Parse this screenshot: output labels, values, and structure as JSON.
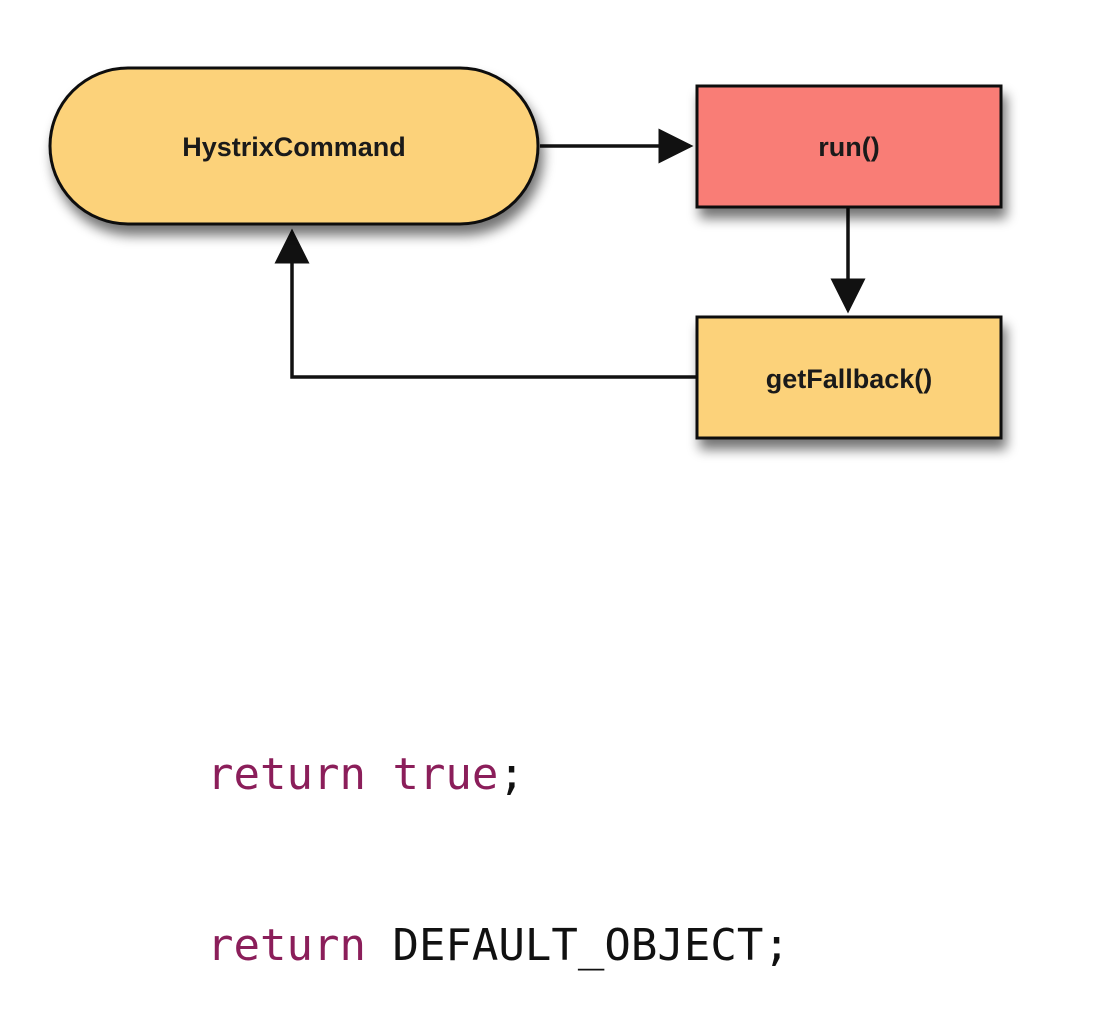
{
  "diagram": {
    "nodes": {
      "hystrix_command": {
        "label": "HystrixCommand",
        "shape": "rounded-pill",
        "color": "#fcd27a"
      },
      "run": {
        "label": "run()",
        "shape": "rectangle",
        "color": "#f97d76"
      },
      "get_fallback": {
        "label": "getFallback()",
        "shape": "rectangle",
        "color": "#fcd27a"
      }
    },
    "edges": [
      {
        "from": "HystrixCommand",
        "to": "run()"
      },
      {
        "from": "run()",
        "to": "getFallback()"
      },
      {
        "from": "getFallback()",
        "to": "HystrixCommand"
      }
    ],
    "stroke_color": "#111111"
  },
  "code": {
    "line1": {
      "keyword": "return",
      "value": "true",
      "terminator": ";"
    },
    "line2": {
      "keyword": "return",
      "value": "DEFAULT_OBJECT",
      "terminator": ";"
    },
    "keyword_color": "#8b1e5a"
  }
}
